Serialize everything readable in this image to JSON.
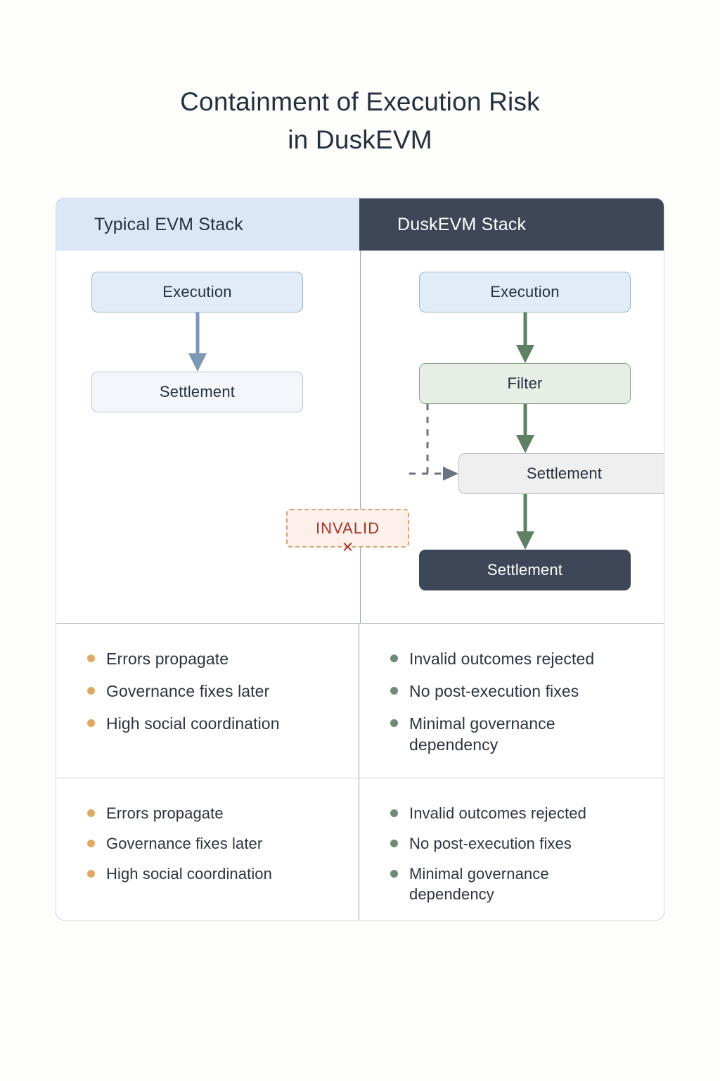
{
  "title": {
    "line1": "Containment of Execution Risk",
    "line2": "in DuskEVM"
  },
  "columns": {
    "left_header": "Typical EVM Stack",
    "right_header": "DuskEVM Stack"
  },
  "diagram": {
    "left_flow": [
      {
        "label": "Execution",
        "style": "blue"
      },
      {
        "label": "Settlement",
        "style": "light"
      }
    ],
    "right_flow": [
      {
        "label": "Execution",
        "style": "blue"
      },
      {
        "label": "Filter",
        "style": "green"
      },
      {
        "label": "Settlement",
        "style": "gray"
      },
      {
        "label": "Settlement",
        "style": "dark"
      }
    ],
    "invalid": {
      "label": "INVALID",
      "mark": "×"
    }
  },
  "bullets": {
    "row1": {
      "left": [
        "Errors propagate",
        "Governance fixes later",
        "High social coordination"
      ],
      "right": [
        "Invalid outcomes rejected",
        "No post-execution fixes",
        "Minimal governance dependency"
      ]
    },
    "row2": {
      "left": [
        "Errors propagate",
        "Governance fixes later",
        "High social coordination"
      ],
      "right": [
        "Invalid outcomes rejected",
        "No post-execution fixes",
        "Minimal governance dependency"
      ]
    }
  },
  "colors": {
    "header_left_bg": "#dbe7f4",
    "header_right_bg": "#3e4757",
    "node_blue": "#e2ecf8",
    "node_green": "#e6eee6",
    "node_gray": "#efefef",
    "node_dark": "#3e4757",
    "arrow_blue": "#7e99b5",
    "arrow_green": "#5f8062",
    "arrow_dashed": "#6b7280",
    "invalid_border": "#d7a276",
    "invalid_bg": "#fdf0ea",
    "invalid_text": "#a8332a",
    "dot_amber": "#e0a864",
    "dot_green": "#6d8b72"
  }
}
